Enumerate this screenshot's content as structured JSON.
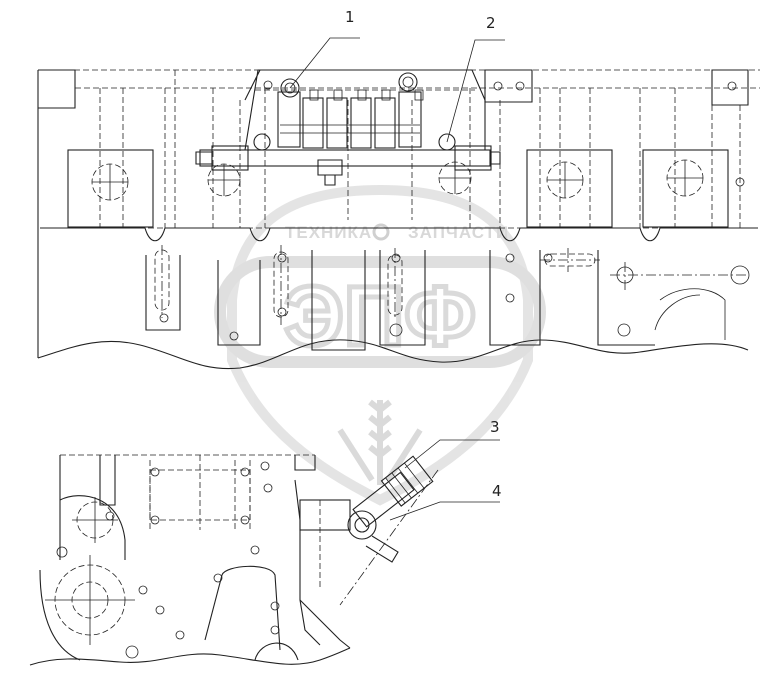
{
  "callouts": [
    {
      "id": "1",
      "label": "1"
    },
    {
      "id": "2",
      "label": "2"
    },
    {
      "id": "3",
      "label": "3"
    },
    {
      "id": "4",
      "label": "4"
    }
  ],
  "watermark": {
    "left_word": "ТЕХНИКА",
    "right_word": "ЗАПЧАСТИ",
    "logo_letters": "ЭПФ"
  },
  "colors": {
    "line": "#222222",
    "watermark": "#d8d8d8",
    "background": "#ffffff"
  }
}
